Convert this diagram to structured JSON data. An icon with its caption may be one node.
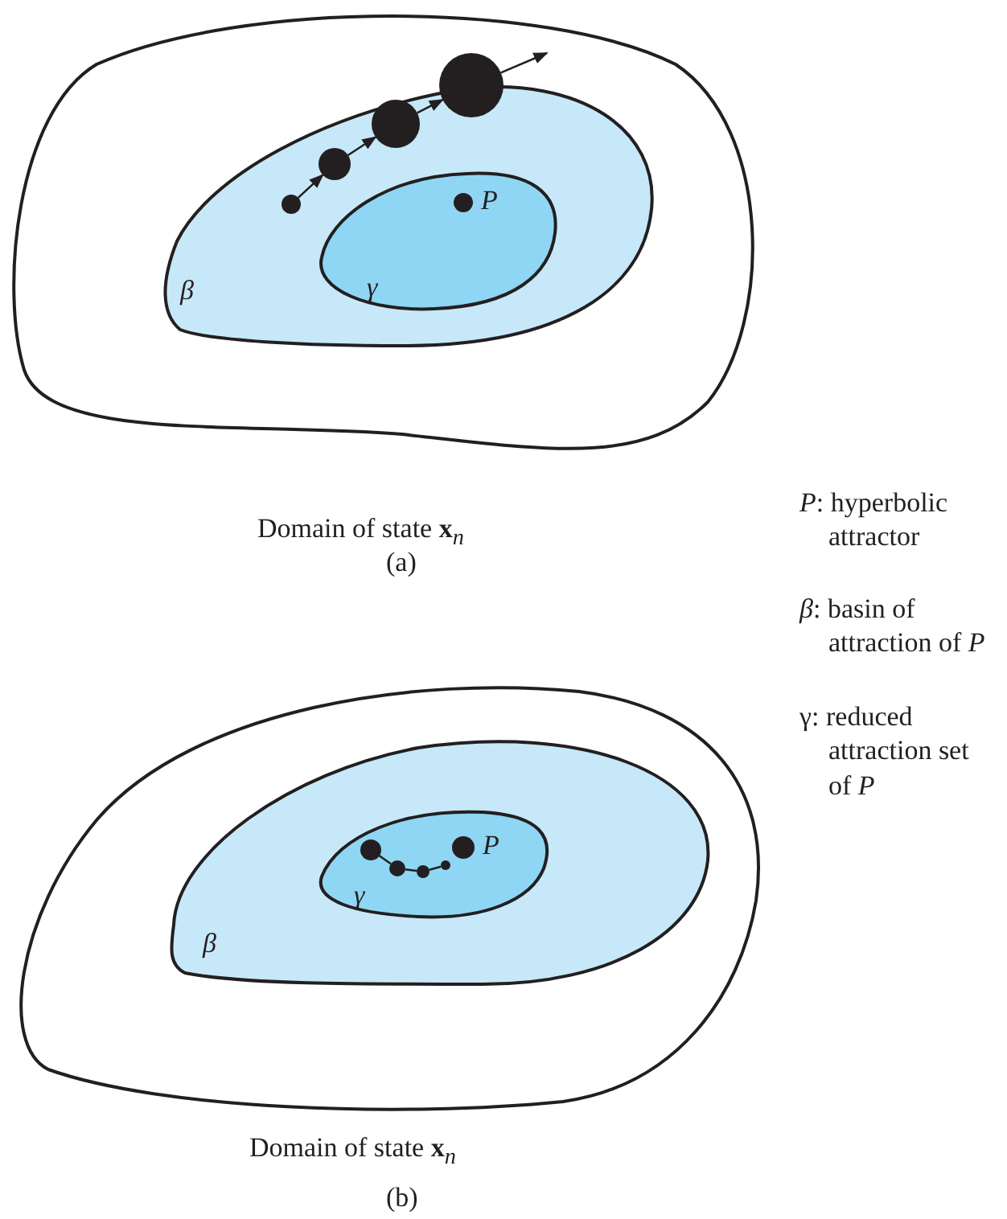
{
  "diagram": {
    "nodes": [
      {
        "text": [
          "Domain of state **x**$_{n}$"
        ]
      },
      {
        "text": [
          "β"
        ],
        "in": 0
      },
      {
        "text": [
          "γ"
        ],
        "in": 1
      },
      {
        "text": [
          "P"
        ],
        "in": 2
      },
      {
        "text": [],
        "shape": "circle",
        "in": 1
      },
      {
        "text": [],
        "shape": "circle",
        "in": 1
      },
      {
        "text": [],
        "shape": "circle",
        "in": 1
      },
      {
        "text": [],
        "shape": "circle",
        "in": 0
      },
      {
        "text": [
          "Domain of state **x**$_{n}$"
        ]
      },
      {
        "text": [
          "β"
        ],
        "in": 8
      },
      {
        "text": [
          "γ"
        ],
        "in": 9
      },
      {
        "text": [
          "P"
        ],
        "in": 10
      },
      {
        "text": [],
        "shape": "circle",
        "in": 10
      },
      {
        "text": [],
        "shape": "circle",
        "in": 10
      },
      {
        "text": [],
        "shape": "circle",
        "in": 10
      },
      {
        "text": [],
        "shape": "circle",
        "in": 10
      }
    ],
    "edges": [
      {
        "from": 4,
        "to": 5,
        "arrow": "to"
      },
      {
        "from": 5,
        "to": 6,
        "arrow": "to"
      },
      {
        "from": 6,
        "to": 7,
        "arrow": "to"
      },
      {
        "from": 7,
        "to": null,
        "arrow": "to"
      },
      {
        "from": 12,
        "to": 13,
        "arrow": "none"
      },
      {
        "from": 13,
        "to": 14,
        "arrow": "none"
      },
      {
        "from": 14,
        "to": 15,
        "arrow": "none"
      }
    ],
    "labels": [
      "(a)",
      "*P*: hyperbolic attractor",
      "*β*: basin of attraction of *P*",
      "γ: reduced attraction set of *P*",
      "(b)"
    ]
  }
}
